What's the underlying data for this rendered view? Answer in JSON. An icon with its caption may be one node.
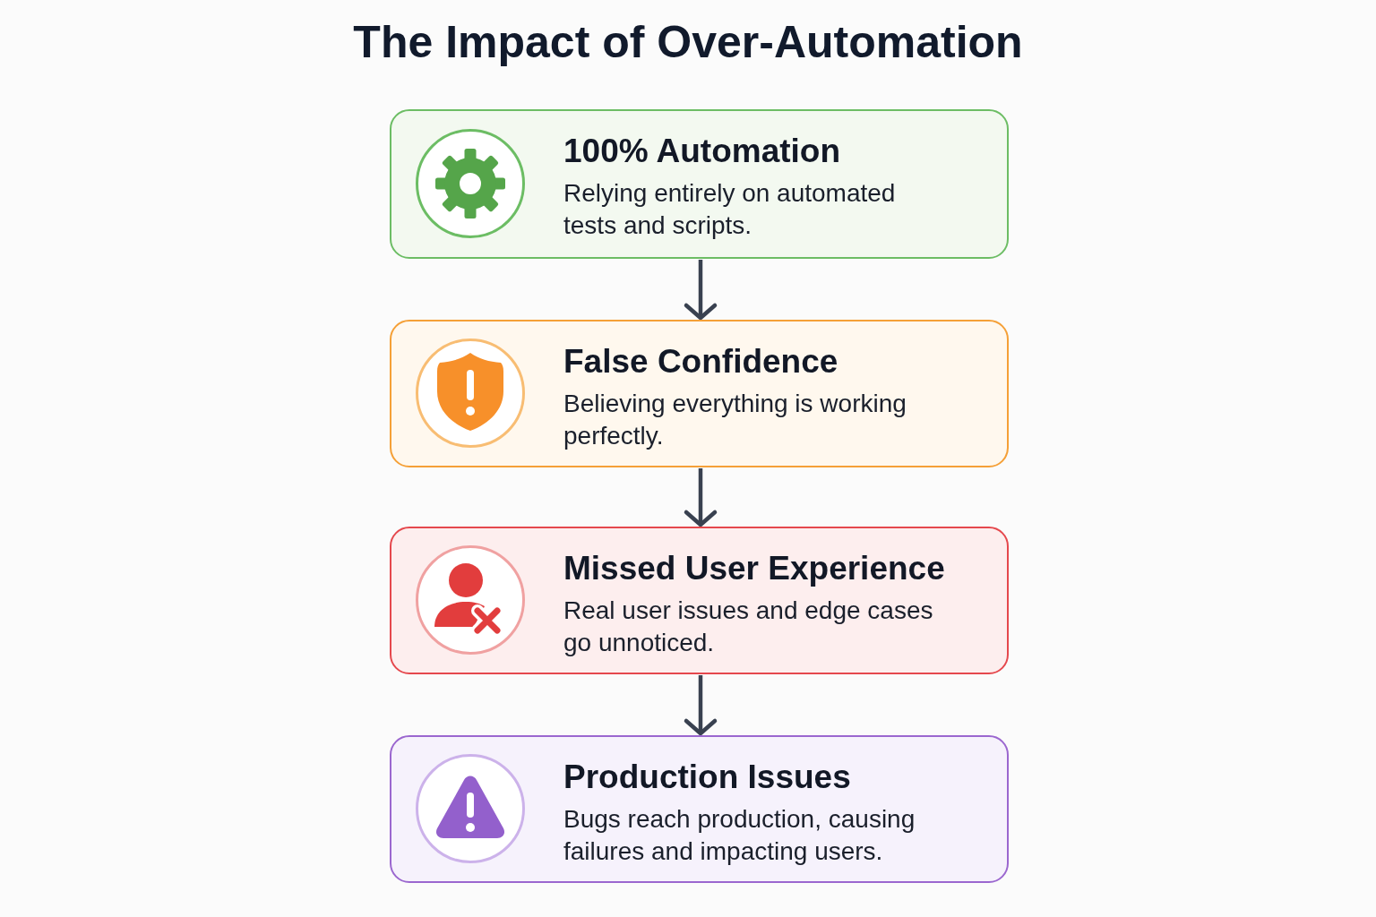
{
  "diagram": {
    "title": "The Impact of Over-Automation",
    "nodes": [
      {
        "text": [
          "100% Automation",
          "Relying entirely on automated tests and scripts."
        ]
      },
      {
        "text": [
          "False Confidence",
          "Believing everything is working perfectly."
        ]
      },
      {
        "text": [
          "Missed User Experience",
          "Real user issues and edge cases go unnoticed."
        ]
      },
      {
        "text": [
          "Production Issues",
          "Bugs reach production, causing failures and impacting users."
        ]
      }
    ],
    "edges": [
      {
        "from": 0,
        "to": 1,
        "arrow": "to"
      },
      {
        "from": 1,
        "to": 2,
        "arrow": "to"
      },
      {
        "from": 2,
        "to": 3,
        "arrow": "to"
      }
    ]
  }
}
